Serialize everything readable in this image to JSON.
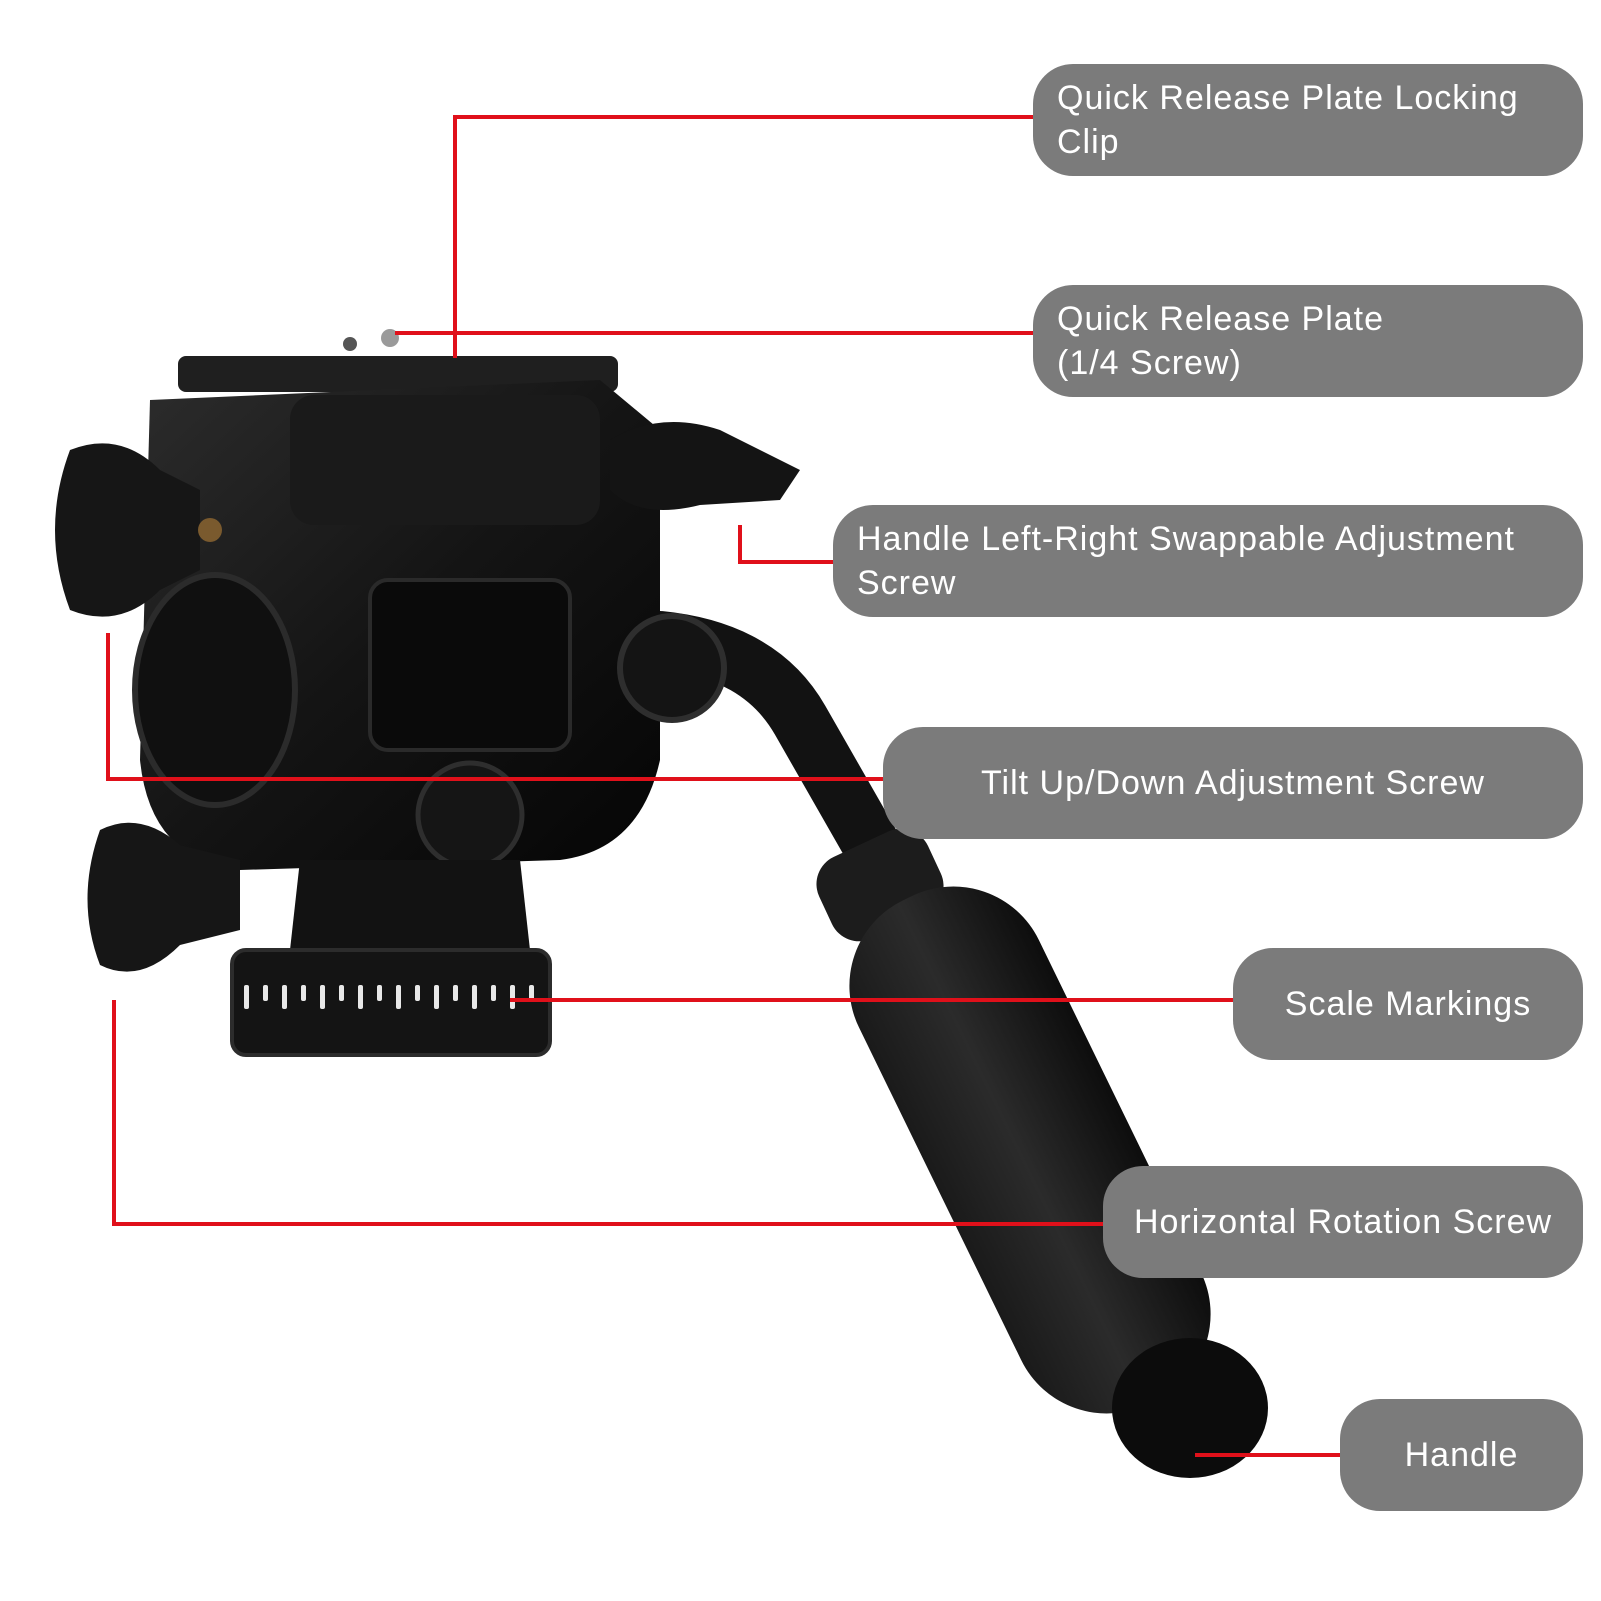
{
  "colors": {
    "background": "#ffffff",
    "callout_fill": "#7b7b7b",
    "callout_text": "#ffffff",
    "leader_line": "#e0101a",
    "product_body": "#161616"
  },
  "image": {
    "subject": "fluid video tripod head with handle"
  },
  "labels": {
    "qr_locking_clip": "Quick Release Plate Locking Clip",
    "qr_plate": "Quick Release Plate (1/4 Screw)",
    "handle_swap_screw": "Handle Left-Right Swappable Adjustment Screw",
    "tilt_screw": "Tilt Up/Down Adjustment Screw",
    "scale_markings": "Scale Markings",
    "horizontal_rotation_screw": "Horizontal Rotation Screw",
    "handle": "Handle"
  }
}
